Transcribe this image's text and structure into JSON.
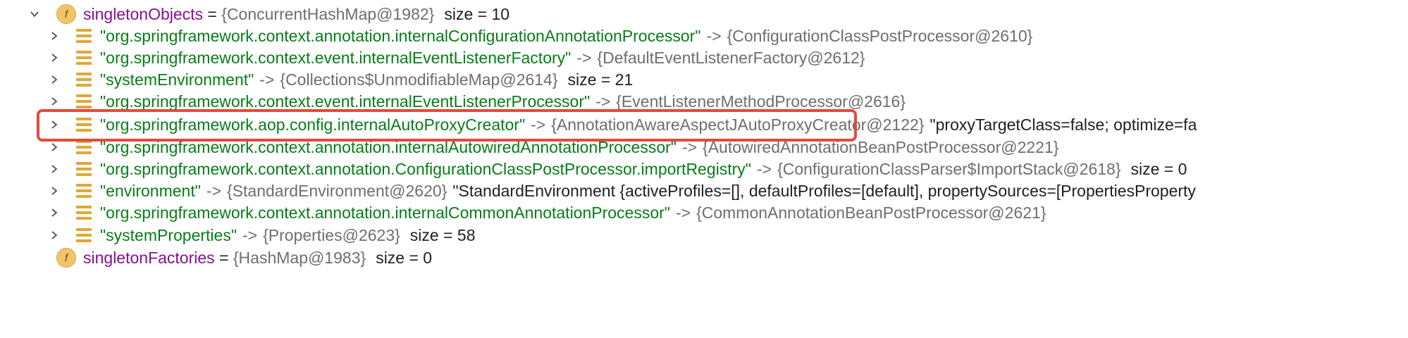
{
  "tree": {
    "parent": {
      "expanded": true,
      "name": "singletonObjects",
      "eq": " = ",
      "value": "{ConcurrentHashMap@1982}",
      "size": "size = 10",
      "children": [
        {
          "key": "\"org.springframework.context.annotation.internalConfigurationAnnotationProcessor\"",
          "arrow": "->",
          "value": "{ConfigurationClassPostProcessor@2610}",
          "extra": ""
        },
        {
          "key": "\"org.springframework.context.event.internalEventListenerFactory\"",
          "arrow": "->",
          "value": "{DefaultEventListenerFactory@2612}",
          "extra": ""
        },
        {
          "key": "\"systemEnvironment\"",
          "arrow": "->",
          "value": "{Collections$UnmodifiableMap@2614}",
          "extra": "size = 21"
        },
        {
          "key": "\"org.springframework.context.event.internalEventListenerProcessor\"",
          "arrow": "->",
          "value": "{EventListenerMethodProcessor@2616}",
          "extra": ""
        },
        {
          "key": "\"org.springframework.aop.config.internalAutoProxyCreator\"",
          "arrow": "->",
          "value": "{AnnotationAwareAspectJAutoProxyCreator@2122}",
          "extra": "\"proxyTargetClass=false; optimize=fa"
        },
        {
          "key": "\"org.springframework.context.annotation.internalAutowiredAnnotationProcessor\"",
          "arrow": "->",
          "value": "{AutowiredAnnotationBeanPostProcessor@2221}",
          "extra": ""
        },
        {
          "key": "\"org.springframework.context.annotation.ConfigurationClassPostProcessor.importRegistry\"",
          "arrow": "->",
          "value": "{ConfigurationClassParser$ImportStack@2618}",
          "extra": "size = 0"
        },
        {
          "key": "\"environment\"",
          "arrow": "->",
          "value": "{StandardEnvironment@2620}",
          "extra": "\"StandardEnvironment {activeProfiles=[], defaultProfiles=[default], propertySources=[PropertiesProperty"
        },
        {
          "key": "\"org.springframework.context.annotation.internalCommonAnnotationProcessor\"",
          "arrow": "->",
          "value": "{CommonAnnotationBeanPostProcessor@2621}",
          "extra": ""
        },
        {
          "key": "\"systemProperties\"",
          "arrow": "->",
          "value": "{Properties@2623}",
          "extra": "size = 58"
        }
      ]
    },
    "sibling": {
      "name": "singletonFactories",
      "eq": " = ",
      "value": "{HashMap@1983}",
      "size": "size = 0"
    },
    "highlighted_index": 4,
    "colors": {
      "highlight": "#e5493a",
      "string": "#067d17",
      "field": "#871094",
      "badge": "#f2c46a"
    }
  }
}
